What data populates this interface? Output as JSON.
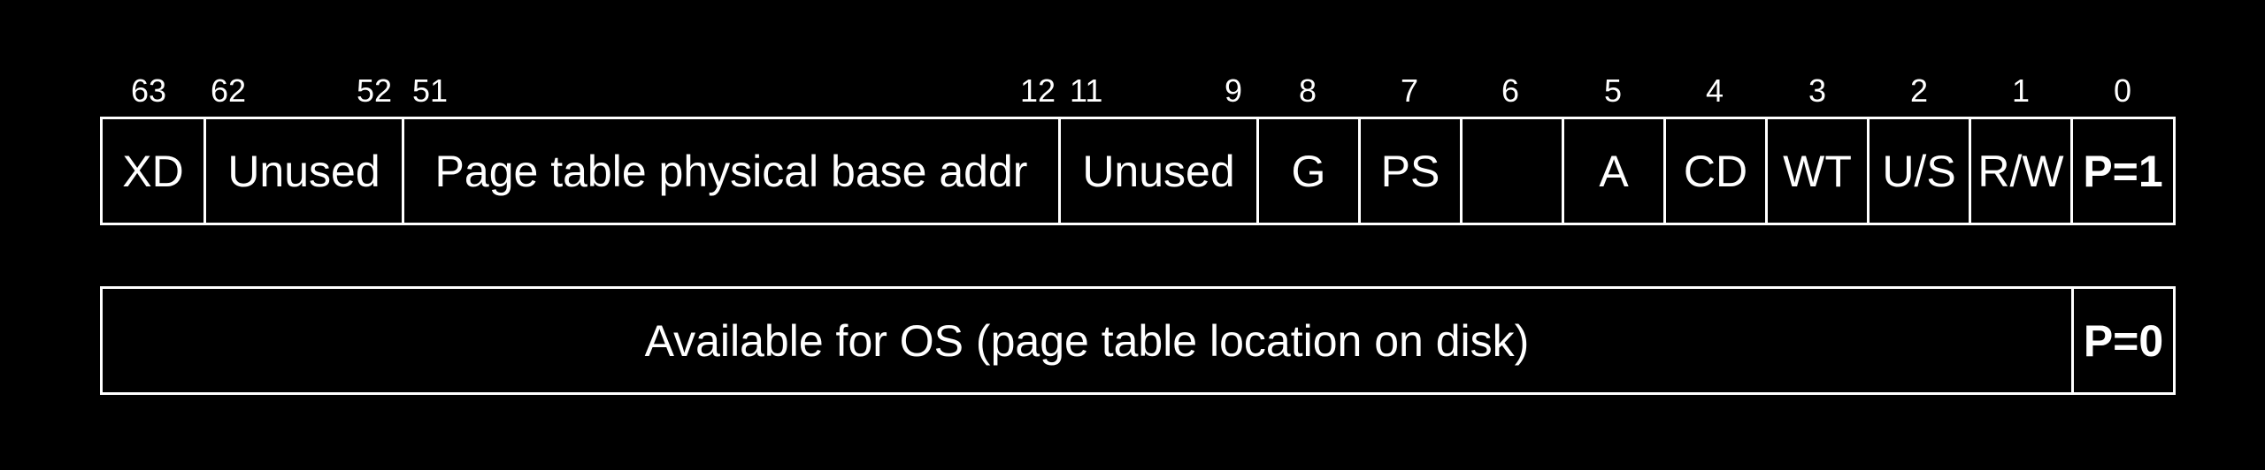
{
  "bit_numbers": {
    "b63": "63",
    "b62": "62",
    "b52": "52",
    "b51": "51",
    "b12": "12",
    "b11": "11",
    "b9": "9",
    "b8": "8",
    "b7": "7",
    "b6": "6",
    "b5": "5",
    "b4": "4",
    "b3": "3",
    "b2": "2",
    "b1": "1",
    "b0": "0"
  },
  "present_entry": {
    "xd": "XD",
    "unused_high": "Unused",
    "base_addr": "Page table physical base addr",
    "unused_low": "Unused",
    "g": "G",
    "ps": "PS",
    "bit6": "",
    "a": "A",
    "cd": "CD",
    "wt": "WT",
    "us": "U/S",
    "rw": "R/W",
    "p": "P=1"
  },
  "not_present_entry": {
    "available": "Available for OS (page table location on disk)",
    "p": "P=0"
  }
}
